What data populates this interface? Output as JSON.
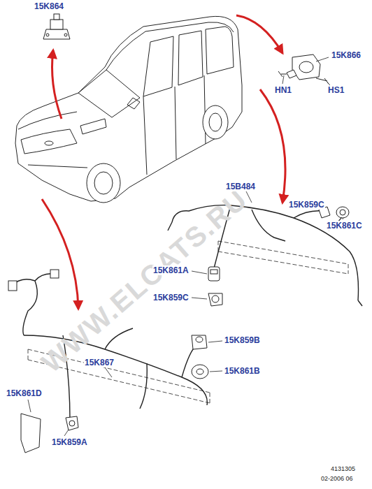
{
  "diagram": {
    "labels": [
      "15K864",
      "15K866",
      "HN1",
      "HS1",
      "15B484",
      "15K859C",
      "15K861C",
      "15K861A",
      "15K859C",
      "15K859B",
      "15K867",
      "15K861B",
      "15K861D",
      "15K859A",
      "WWW.ELCATS.RU",
      "4131305",
      "02-2006 06"
    ]
  }
}
